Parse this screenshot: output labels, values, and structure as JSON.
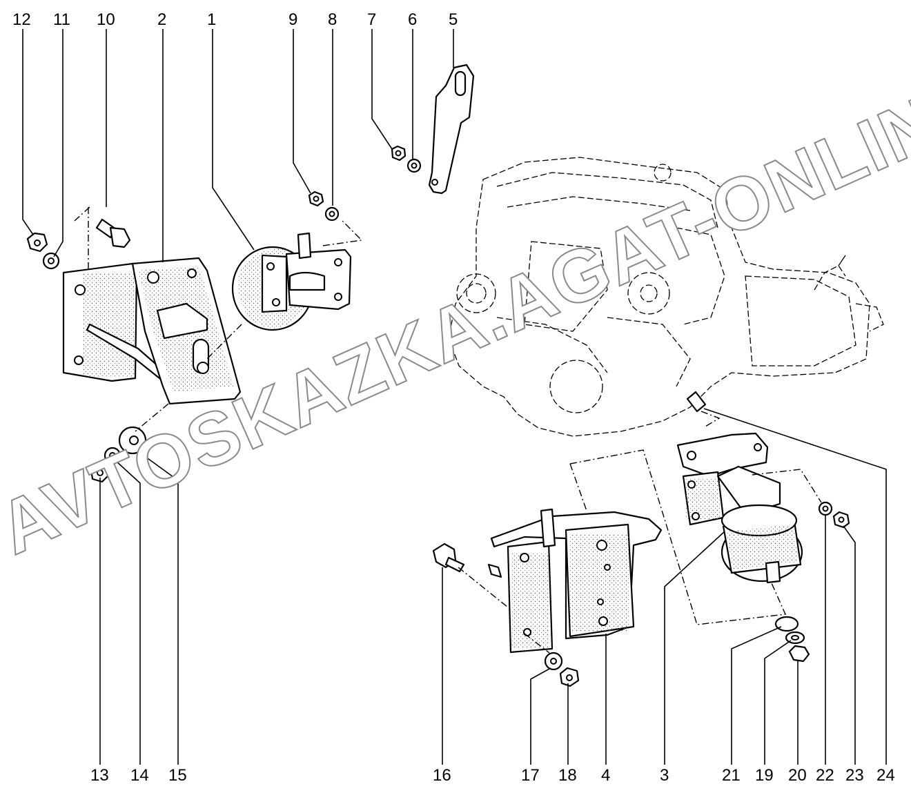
{
  "watermark": "AVTOSKAZKA.AGAT-ONLINE",
  "callouts": {
    "n1": "1",
    "n2": "2",
    "n3": "3",
    "n4": "4",
    "n5": "5",
    "n6": "6",
    "n7": "7",
    "n8": "8",
    "n9": "9",
    "n10": "10",
    "n11": "11",
    "n12": "12",
    "n13": "13",
    "n14": "14",
    "n15": "15",
    "n16": "16",
    "n17": "17",
    "n18": "18",
    "n19": "19",
    "n20": "20",
    "n21": "21",
    "n22": "22",
    "n23": "23",
    "n24": "24"
  }
}
